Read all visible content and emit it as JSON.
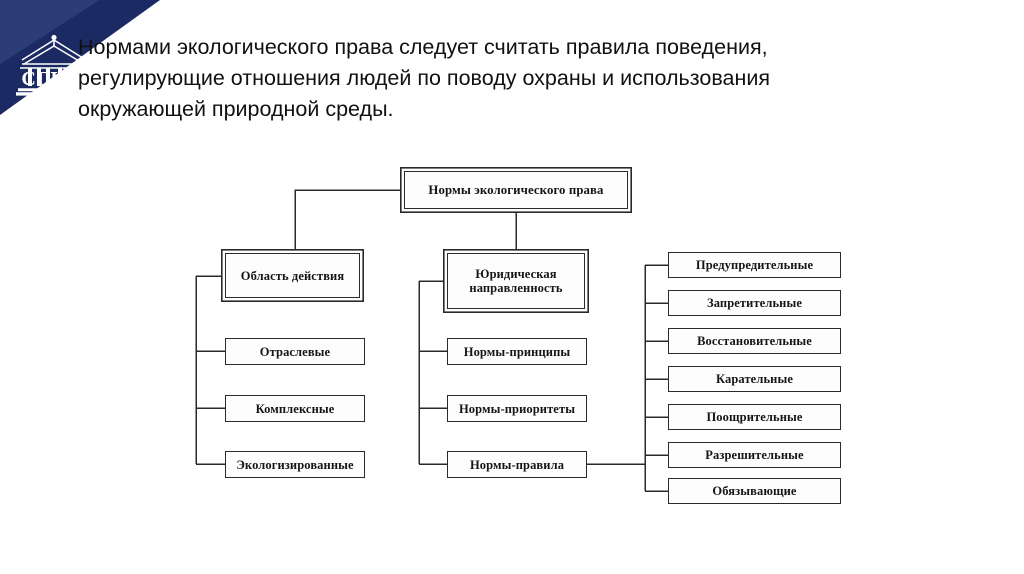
{
  "slide": {
    "background_color": "#ffffff",
    "logo": {
      "name": "sgua-logo",
      "abbreviation": "СГЮА",
      "wedge_color": "#1b2a63",
      "emblem_name": "academy-building-emblem"
    },
    "title": {
      "lines": [
        "Нормами экологического права следует считать правила поведения,",
        "регулирующие отношения людей по поводу охраны и использования",
        "окружающей природной среды."
      ],
      "color": "#111111"
    }
  },
  "diagram": {
    "type": "hierarchy-tree",
    "line_color": "#2a2a2a",
    "box_fill": "#fdfdfd",
    "root": {
      "label": "Нормы экологического права",
      "style": "double-border"
    },
    "branches": [
      {
        "id": "branch-oblast-deystviya",
        "header": {
          "label": "Область действия",
          "style": "double-border"
        },
        "items": [
          {
            "label": "Отраслевые"
          },
          {
            "label": "Комплексные"
          },
          {
            "label": "Экологизированные"
          }
        ]
      },
      {
        "id": "branch-yuridicheskaya-napravlennost",
        "header": {
          "label": "Юридическая направленность",
          "style": "double-border"
        },
        "items": [
          {
            "label": "Нормы-принципы"
          },
          {
            "label": "Нормы-приоритеты"
          },
          {
            "label": "Нормы-правила"
          }
        ]
      },
      {
        "id": "branch-normy-pravila-types",
        "parent_label": "Нормы-правила",
        "items": [
          {
            "label": "Предупредительные"
          },
          {
            "label": "Запретительные"
          },
          {
            "label": "Восстановительные"
          },
          {
            "label": "Карательные"
          },
          {
            "label": "Поощрительные"
          },
          {
            "label": "Разрешительные"
          },
          {
            "label": "Обязывающие"
          }
        ]
      }
    ]
  }
}
